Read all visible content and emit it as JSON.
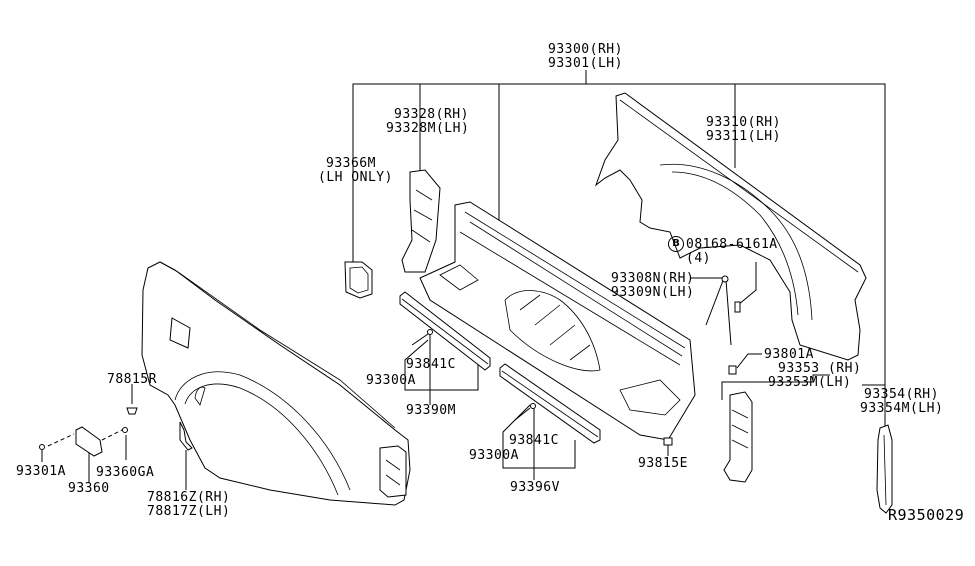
{
  "diagram": {
    "title": "Rear Body Side Panel & Fitting",
    "ref_code": "R9350029",
    "callouts": {
      "side_panel_assy": {
        "rh": "93300(RH)",
        "lh": "93301(LH)"
      },
      "front_bracket": {
        "rh": "93328(RH)",
        "lh": "93328M(LH)"
      },
      "fuel_filler_pocket": {
        "part": "93366M",
        "note": "(LH ONLY)"
      },
      "outer_side_panel": {
        "rh": "93310(RH)",
        "lh": "93311(LH)"
      },
      "bolt": {
        "badge": "B",
        "part": "08168-6161A",
        "qty": "(4)"
      },
      "strap": {
        "rh": "93308N(RH)",
        "lh": "93309N(LH)"
      },
      "clip_93801a": "93801A",
      "rear_bracket": {
        "rh": "93353 (RH)",
        "lh": "93353M(LH)"
      },
      "rear_pillar": {
        "rh": "93354(RH)",
        "lh": "93354M(LH)"
      },
      "rail_upper": {
        "clip": "93841C",
        "screw": "93300A",
        "rail": "93390M"
      },
      "rail_lower": {
        "clip": "93841C",
        "screw": "93300A",
        "rail": "93396V"
      },
      "grommet_93815e": "93815E",
      "clip_78815r": "78815R",
      "screw_93301a": "93301A",
      "lid_93360": "93360",
      "clip_93360ga": "93360GA",
      "mudguard_clip": {
        "rh": "78816Z(RH)",
        "lh": "78817Z(LH)"
      }
    }
  }
}
